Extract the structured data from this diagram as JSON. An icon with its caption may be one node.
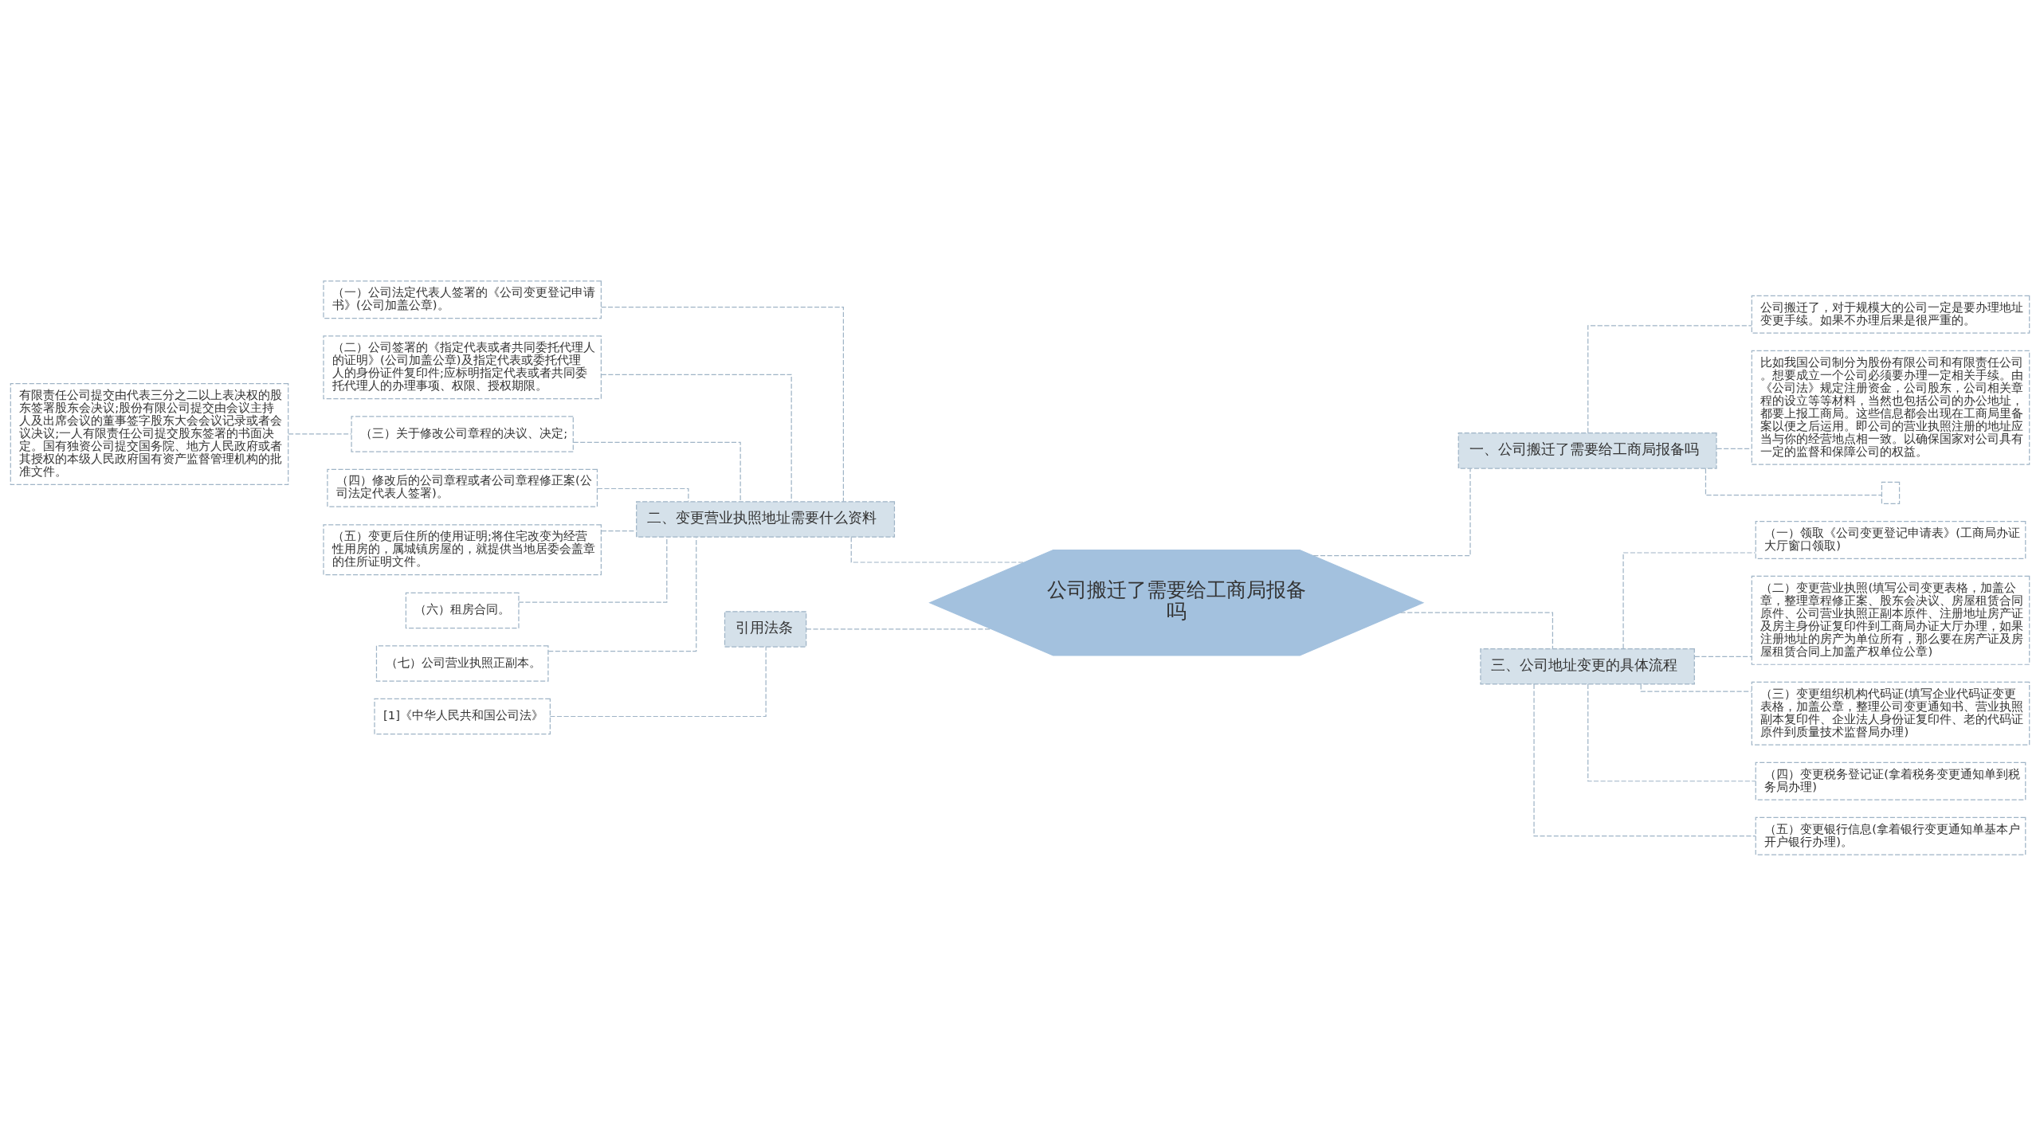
{
  "diagram": {
    "nodes": [
      {
        "text": [
          "公司搬迁了需要给工商局报备吗"
        ]
      },
      {
        "text": [
          "二、变更营业执照地址需要什么资料"
        ]
      },
      {
        "text": [
          "（一）公司法定代表人签署的《公司变更登记申请书》(公司加盖公章)。"
        ]
      },
      {
        "text": [
          "（二）公司签署的《指定代表或者共同委托代理人的证明》(公司加盖公章)及指定代表或委托代理人的身份证件复印件;应标明指定代表或者共同委托代理人的办理事项、权限、授权期限。"
        ]
      },
      {
        "text": [
          "（三）关于修改公司章程的决议、决定;"
        ]
      },
      {
        "text": [
          "有限责任公司提交由代表三分之二以上表决权的股东签署股东会决议;股份有限公司提交由会议主持人及出席会议的董事签字股东大会会议记录或者会议决议;一人有限责任公司提交股东签署的书面决定。国有独资公司提交国务院、地方人民政府或者其授权的本级人民政府国有资产监督管理机构的批准文件。"
        ]
      },
      {
        "text": [
          "（四）修改后的公司章程或者公司章程修正案(公司法定代表人签署)。"
        ]
      },
      {
        "text": [
          "（五）变更后住所的使用证明;将住宅改变为经营性用房的，属城镇房屋的，就提供当地居委会盖章的住所证明文件。"
        ]
      },
      {
        "text": [
          "（六）租房合同。"
        ]
      },
      {
        "text": [
          "（七）公司营业执照正副本。"
        ]
      },
      {
        "text": [
          "引用法条"
        ]
      },
      {
        "text": [
          "[1]《中华人民共和国公司法》"
        ]
      },
      {
        "text": [
          "一、公司搬迁了需要给工商局报备吗"
        ]
      },
      {
        "text": [
          "公司搬迁了，对于规模大的公司一定是要办理地址变更手续。如果不办理后果是很严重的。"
        ]
      },
      {
        "text": [
          "比如我国公司制分为股份有限公司和有限责任公司。想要成立一个公司必须要办理一定相关手续。由《公司法》规定注册资金，公司股东，公司相关章程的设立等等材料，当然也包括公司的办公地址，都要上报工商局。这些信息都会出现在工商局里备案以便之后运用。即公司的营业执照注册的地址应当与你的经营地点相一致。以确保国家对公司具有一定的监督和保障公司的权益。"
        ]
      },
      {
        "text": [],
        "shape": "box"
      },
      {
        "text": [
          "三、公司地址变更的具体流程"
        ]
      },
      {
        "text": [
          "（一）领取《公司变更登记申请表》(工商局办证大厅窗口领取)"
        ]
      },
      {
        "text": [
          "（二）变更营业执照(填写公司变更表格，加盖公章，整理章程修正案、股东会决议、房屋租赁合同原件、公司营业执照正副本原件、注册地址房产证及房主身份证复印件到工商局办证大厅办理，如果注册地址的房产为单位所有，那么要在房产证及房屋租赁合同上加盖产权单位公章)"
        ]
      },
      {
        "text": [
          "（三）变更组织机构代码证(填写企业代码证变更表格，加盖公章，整理公司变更通知书、营业执照副本复印件、企业法人身份证复印件、老的代码证原件到质量技术监督局办理)"
        ]
      },
      {
        "text": [
          "（四）变更税务登记证(拿着税务变更通知单到税务局办理)"
        ]
      },
      {
        "text": [
          "（五）变更银行信息(拿着银行变更通知单基本户开户银行办理)。"
        ]
      }
    ],
    "edges": [
      {
        "from": 0,
        "to": 1,
        "arrow": "none",
        "style": "dashed"
      },
      {
        "from": 1,
        "to": 2,
        "arrow": "none",
        "style": "dashed"
      },
      {
        "from": 1,
        "to": 3,
        "arrow": "none",
        "style": "dashed"
      },
      {
        "from": 1,
        "to": 4,
        "arrow": "none",
        "style": "dashed"
      },
      {
        "from": 4,
        "to": 5,
        "arrow": "none",
        "style": "dashed"
      },
      {
        "from": 1,
        "to": 6,
        "arrow": "none",
        "style": "dashed"
      },
      {
        "from": 1,
        "to": 7,
        "arrow": "none",
        "style": "dashed"
      },
      {
        "from": 1,
        "to": 8,
        "arrow": "none",
        "style": "dashed"
      },
      {
        "from": 1,
        "to": 9,
        "arrow": "none",
        "style": "dashed"
      },
      {
        "from": 0,
        "to": 10,
        "arrow": "none",
        "style": "dashed"
      },
      {
        "from": 10,
        "to": 11,
        "arrow": "none",
        "style": "dashed"
      },
      {
        "from": 0,
        "to": 12,
        "arrow": "none",
        "style": "dashed"
      },
      {
        "from": 12,
        "to": 13,
        "arrow": "none",
        "style": "dashed"
      },
      {
        "from": 12,
        "to": 14,
        "arrow": "none",
        "style": "dashed"
      },
      {
        "from": 12,
        "to": 15,
        "arrow": "none",
        "style": "dashed"
      },
      {
        "from": 0,
        "to": 16,
        "arrow": "none",
        "style": "dashed"
      },
      {
        "from": 16,
        "to": 17,
        "arrow": "none",
        "style": "dashed"
      },
      {
        "from": 16,
        "to": 18,
        "arrow": "none",
        "style": "dashed"
      },
      {
        "from": 16,
        "to": 19,
        "arrow": "none",
        "style": "dashed"
      },
      {
        "from": 16,
        "to": 20,
        "arrow": "none",
        "style": "dashed"
      },
      {
        "from": 16,
        "to": 21,
        "arrow": "none",
        "style": "dashed"
      }
    ]
  }
}
